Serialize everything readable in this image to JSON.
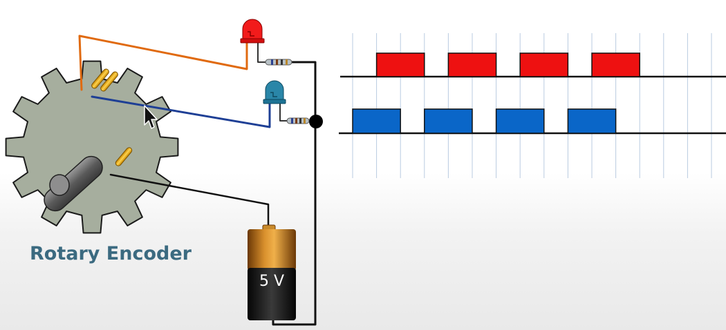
{
  "caption": "Rotary Encoder",
  "battery": {
    "label": "5 V"
  },
  "colors": {
    "channel_a": "#ee1111",
    "channel_b": "#0a66c8",
    "encoder_fill": "#a6ae9e",
    "wire_a": "#e06a10",
    "wire_b": "#1e3f95",
    "wire_common": "#111111"
  },
  "leds": [
    {
      "name": "red-led",
      "color": "red"
    },
    {
      "name": "blue-led",
      "color": "teal"
    }
  ],
  "waveforms": {
    "channel_a": {
      "color": "red",
      "pulses": 4,
      "state_sequence": [
        0,
        1,
        1,
        0,
        1,
        1,
        0,
        1,
        1,
        0,
        1,
        1,
        0
      ]
    },
    "channel_b": {
      "color": "blue",
      "pulses": 4,
      "state_sequence": [
        1,
        1,
        0,
        1,
        1,
        0,
        1,
        1,
        0,
        1,
        1,
        0,
        0
      ]
    }
  }
}
